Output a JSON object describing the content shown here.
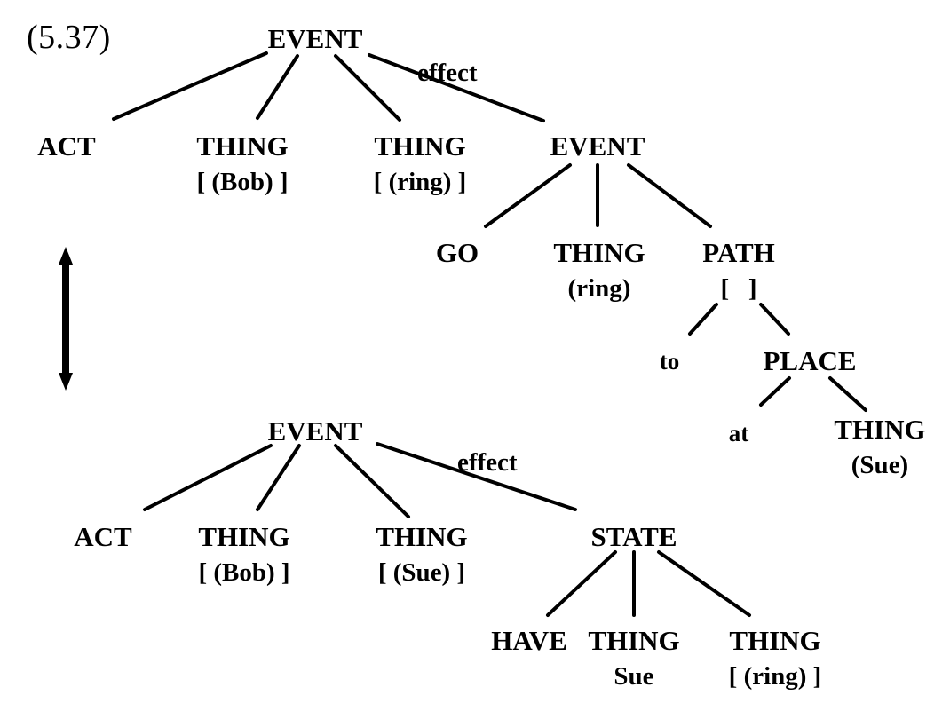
{
  "example_number": "(5.37)",
  "upper_tree": {
    "root": "EVENT",
    "effect_label": "effect",
    "act": "ACT",
    "agent": {
      "label": "THING",
      "content": "[ (Bob) ]"
    },
    "theme": {
      "label": "THING",
      "content": "[ (ring) ]"
    },
    "effect_event": "EVENT",
    "go": "GO",
    "go_theme": {
      "label": "THING",
      "content": "(ring)"
    },
    "path": {
      "label": "PATH",
      "content": "[   ]"
    },
    "to": "to",
    "place": "PLACE",
    "at": "at",
    "goal": {
      "label": "THING",
      "content": "(Sue)"
    }
  },
  "lower_tree": {
    "root": "EVENT",
    "effect_label": "effect",
    "act": "ACT",
    "agent": {
      "label": "THING",
      "content": "[ (Bob) ]"
    },
    "recipient": {
      "label": "THING",
      "content": "[ (Sue) ]"
    },
    "state": "STATE",
    "have": "HAVE",
    "possessor": {
      "label": "THING",
      "content": "Sue"
    },
    "possessed": {
      "label": "THING",
      "content": "[ (ring) ]"
    }
  },
  "relation_icon": "double-headed-vertical-arrow-icon"
}
